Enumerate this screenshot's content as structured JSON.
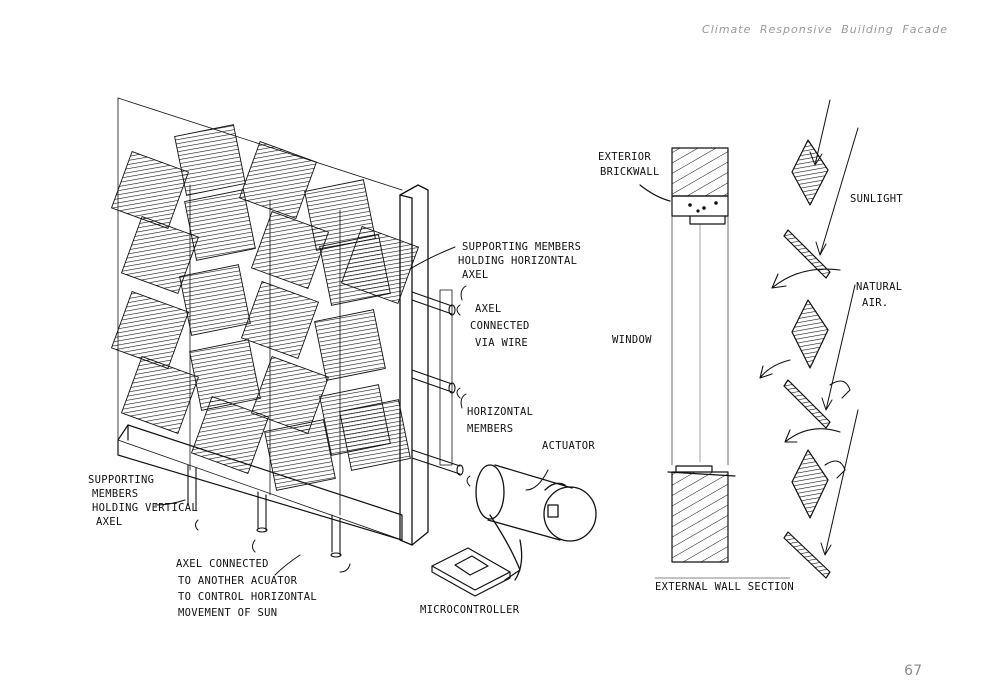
{
  "header": {
    "title": "Climate Responsive Building Facade"
  },
  "footer": {
    "page_number": "67"
  },
  "labels": {
    "supporting_horizontal": [
      "SUPPORTING MEMBERS",
      "HOLDING HORIZONTAL",
      "AXEL"
    ],
    "axel_wire": [
      "AXEL",
      "CONNECTED",
      "VIA WIRE"
    ],
    "horizontal_members": [
      "HORIZONTAL",
      "MEMBERS"
    ],
    "actuator": "ACTUATOR",
    "supporting_vertical": [
      "SUPPORTING",
      "MEMBERS",
      "HOLDING VERTICAL",
      "AXEL"
    ],
    "axel_connected": [
      "AXEL CONNECTED",
      "TO ANOTHER ACUATOR",
      "TO CONTROL HORIZONTAL",
      "MOVEMENT OF SUN"
    ],
    "microcontroller": "MICROCONTROLLER",
    "exterior_brickwall": [
      "EXTERIOR",
      "BRICKWALL"
    ],
    "window": "WINDOW",
    "external_wall_section": "EXTERNAL WALL SECTION",
    "sunlight": "SUNLIGHT",
    "natural_air": [
      "NATURAL",
      "AIR."
    ]
  }
}
